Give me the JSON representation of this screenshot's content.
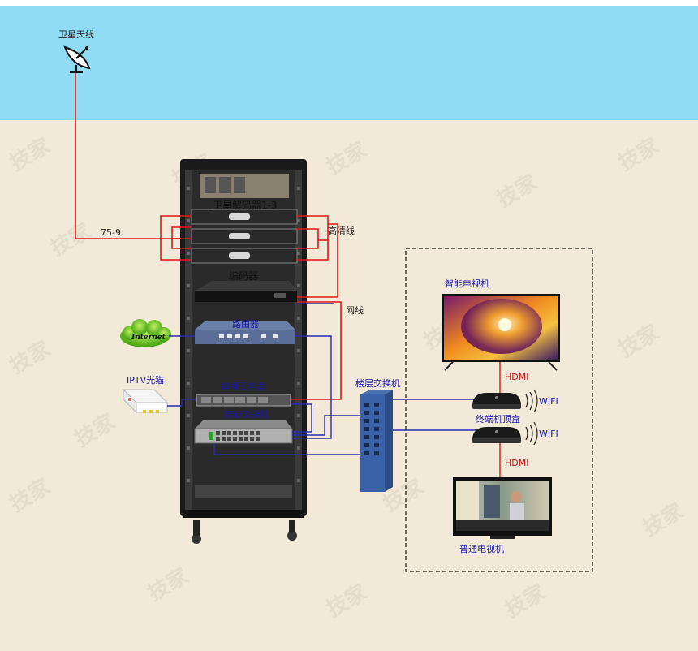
{
  "labels": {
    "satellite_antenna": "卫星天线",
    "cable_75_9": "75-9",
    "sat_decoder": "卫星解码器1-3",
    "hd_cable": "高清线",
    "encoder": "编码器",
    "network_cable": "网线",
    "internet": "Internet",
    "router": "路由器",
    "iptv_modem": "IPTV光猫",
    "live_server": "直播服务器",
    "core_switch": "核心交换机",
    "floor_switch": "楼层交换机",
    "smart_tv": "智能电视机",
    "hdmi_1": "HDMI",
    "wifi_1": "WIFI",
    "stb": "终端机顶盒",
    "wifi_2": "WIFI",
    "hdmi_2": "HDMI",
    "regular_tv": "普通电视机"
  },
  "watermark": "技家",
  "colors": {
    "sky": "#8fdcf4",
    "ground": "#f3e9d8",
    "coax": "#e01818",
    "network": "#2a2ab0"
  }
}
